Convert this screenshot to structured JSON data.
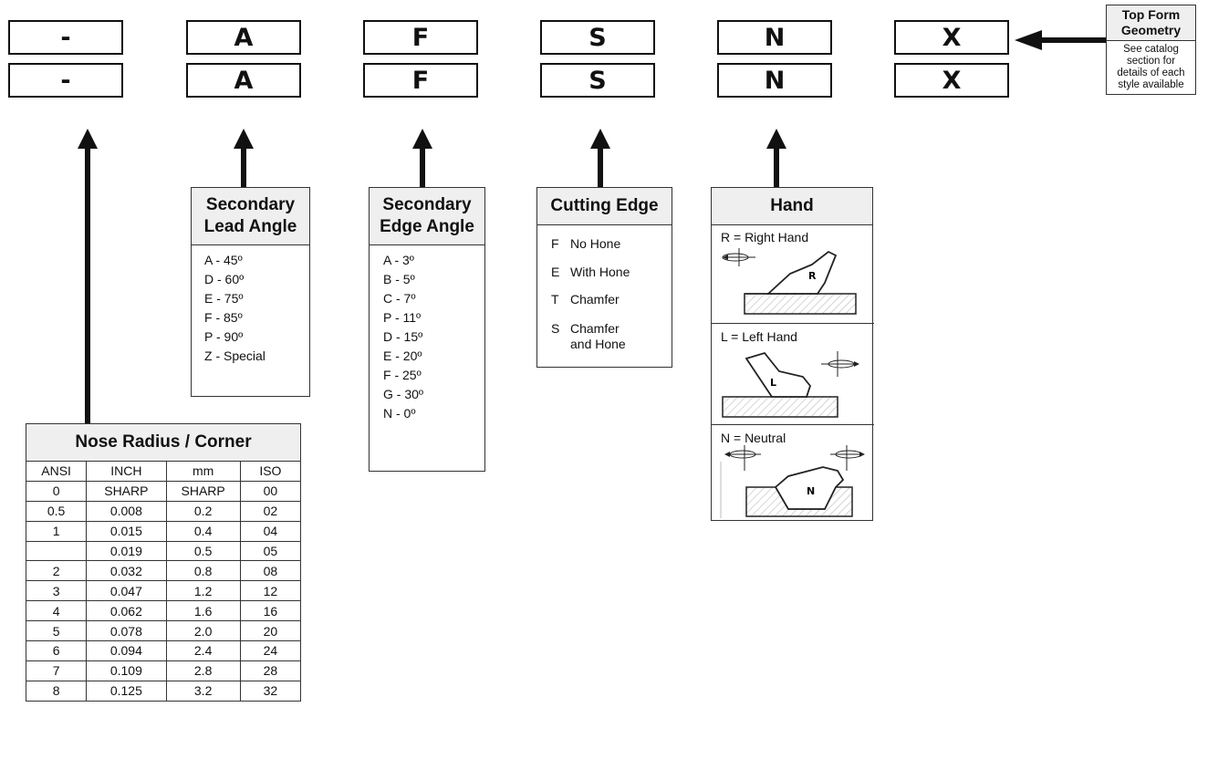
{
  "code_rows": [
    [
      "-",
      "A",
      "F",
      "S",
      "N",
      "X"
    ],
    [
      "-",
      "A",
      "F",
      "S",
      "N",
      "X"
    ]
  ],
  "top_form": {
    "title_line1": "Top Form",
    "title_line2": "Geometry",
    "desc": [
      "See catalog",
      "section for",
      "details of each",
      "style available"
    ]
  },
  "secondary_lead_angle": {
    "title_line1": "Secondary",
    "title_line2": "Lead Angle",
    "items": [
      "A - 45º",
      "D - 60º",
      "E - 75º",
      "F - 85º",
      "P - 90º",
      "Z - Special"
    ]
  },
  "secondary_edge_angle": {
    "title_line1": "Secondary",
    "title_line2": "Edge Angle",
    "items": [
      "A - 3º",
      "B - 5º",
      "C - 7º",
      "P - 11º",
      "D - 15º",
      "E - 20º",
      "F - 25º",
      "G - 30º",
      "N - 0º"
    ]
  },
  "cutting_edge": {
    "title": "Cutting Edge",
    "items": [
      {
        "code": "F",
        "label": "No Hone"
      },
      {
        "code": "E",
        "label": "With Hone"
      },
      {
        "code": "T",
        "label": "Chamfer"
      },
      {
        "code": "S",
        "label": "Chamfer\nand Hone"
      }
    ]
  },
  "hand": {
    "title": "Hand",
    "items": [
      {
        "label": "R = Right Hand",
        "glyph": "R"
      },
      {
        "label": "L = Left Hand",
        "glyph": "L"
      },
      {
        "label": "N = Neutral",
        "glyph": "N"
      }
    ]
  },
  "nose_radius": {
    "title": "Nose Radius / Corner",
    "columns": [
      "ANSI",
      "INCH",
      "mm",
      "ISO"
    ],
    "rows": [
      [
        "0",
        "SHARP",
        "SHARP",
        "00"
      ],
      [
        "0.5",
        "0.008",
        "0.2",
        "02"
      ],
      [
        "1",
        "0.015",
        "0.4",
        "04"
      ],
      [
        "",
        "0.019",
        "0.5",
        "05"
      ],
      [
        "2",
        "0.032",
        "0.8",
        "08"
      ],
      [
        "3",
        "0.047",
        "1.2",
        "12"
      ],
      [
        "4",
        "0.062",
        "1.6",
        "16"
      ],
      [
        "5",
        "0.078",
        "2.0",
        "20"
      ],
      [
        "6",
        "0.094",
        "2.4",
        "24"
      ],
      [
        "7",
        "0.109",
        "2.8",
        "28"
      ],
      [
        "8",
        "0.125",
        "3.2",
        "32"
      ]
    ]
  }
}
